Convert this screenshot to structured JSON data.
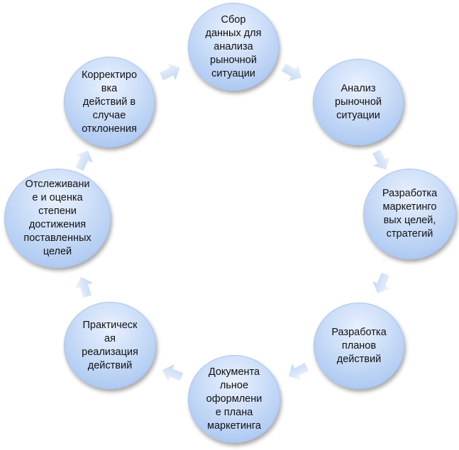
{
  "nodes": [
    {
      "id": "n1",
      "label": "Сбор\nданных для\nанализа\nрыночной\nситуации"
    },
    {
      "id": "n2",
      "label": "Анализ\nрыночной\nситуации"
    },
    {
      "id": "n3",
      "label": "Разработка\nмаркетинго\nвых целей,\nстратегий"
    },
    {
      "id": "n4",
      "label": "Разработка\nпланов\nдействий"
    },
    {
      "id": "n5",
      "label": "Документа\nльное\nоформлени\nе плана\nмаркетинга"
    },
    {
      "id": "n6",
      "label": "Практическ\nая\nреализация\nдействий"
    },
    {
      "id": "n7",
      "label": "Отслеживани\nе и оценка\nстепени\nдостижения\nпоставленных\nцелей"
    },
    {
      "id": "n8",
      "label": "Корректиро\nвка\nдействий в\nслучае\nотклонения"
    }
  ],
  "colors": {
    "node_fill": "#c9dcf7",
    "node_border": "#a9c4ee",
    "arrow_fill": "#d6e4f7"
  }
}
